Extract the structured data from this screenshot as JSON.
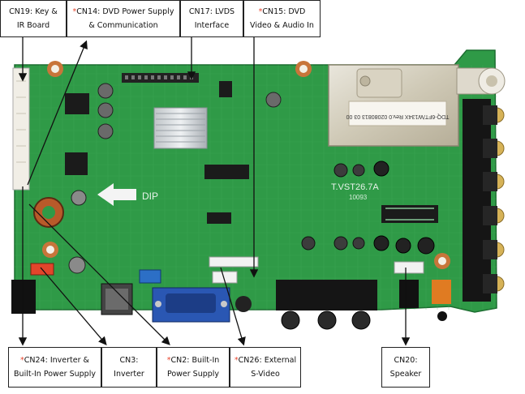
{
  "top_labels": [
    {
      "id": "cn19",
      "star": "",
      "line1": "CN19: Key &",
      "line2": "IR Board"
    },
    {
      "id": "cn14",
      "star": "*",
      "line1": "CN14: DVD Power Supply",
      "line2": "& Communication"
    },
    {
      "id": "cn17",
      "star": "",
      "line1": "CN17: LVDS",
      "line2": "Interface"
    },
    {
      "id": "cn15",
      "star": "*",
      "line1": "CN15: DVD",
      "line2": "Video & Audio In"
    }
  ],
  "bottom_labels": [
    {
      "id": "cn24",
      "star": "*",
      "line1": "CN24: Inverter &",
      "line2": "Built-In Power Supply"
    },
    {
      "id": "cn3",
      "star": "",
      "line1": "CN3:",
      "line2": "Inverter"
    },
    {
      "id": "cn2",
      "star": "*",
      "line1": "CN2: Built-In",
      "line2": "Power Supply"
    },
    {
      "id": "cn26",
      "star": "*",
      "line1": "CN26: External",
      "line2": "S-Video"
    },
    {
      "id": "cn20",
      "star": "",
      "line1": "CN20:",
      "line2": "Speaker"
    }
  ],
  "board_text": {
    "model": "T.VST26.7A",
    "sub": "10093",
    "dip": "DIP",
    "tuner_sticker": "TDQ-6FT/W134X  Rev.0 02080813 03 00"
  },
  "colors": {
    "board": "#2f9a47",
    "board_dark": "#1f7a35",
    "star": "#e8432c"
  }
}
